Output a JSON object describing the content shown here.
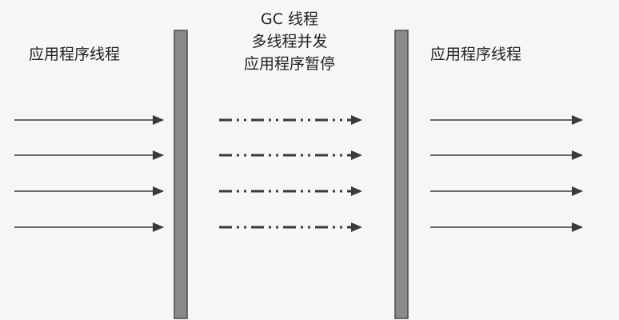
{
  "labels": {
    "left": "应用程序线程",
    "middle": [
      "GC 线程",
      "多线程并发",
      "应用程序暂停"
    ],
    "right": "应用程序线程"
  },
  "colors": {
    "bar_fill": "#8a8a8a",
    "bar_stroke": "#4a4a4a",
    "arrow": "#3a3a3a"
  },
  "diagram": {
    "left_threads": 4,
    "gc_threads": 4,
    "right_threads": 4
  }
}
